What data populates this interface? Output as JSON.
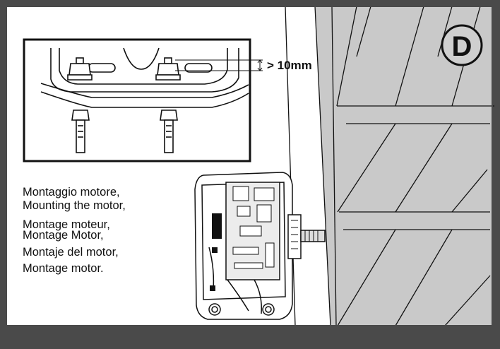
{
  "badge": {
    "letter": "D"
  },
  "dimension": {
    "label": "> 10mm"
  },
  "caption": {
    "lines": [
      "Montaggio motore,",
      "Mounting the motor,",
      "Montage moteur,",
      "Montage Motor,",
      "Montaje del motor,",
      "Montage motor."
    ]
  },
  "colors": {
    "frame": "#4a4a4a",
    "wall_shade": "#c9c9c9",
    "line": "#111111"
  }
}
